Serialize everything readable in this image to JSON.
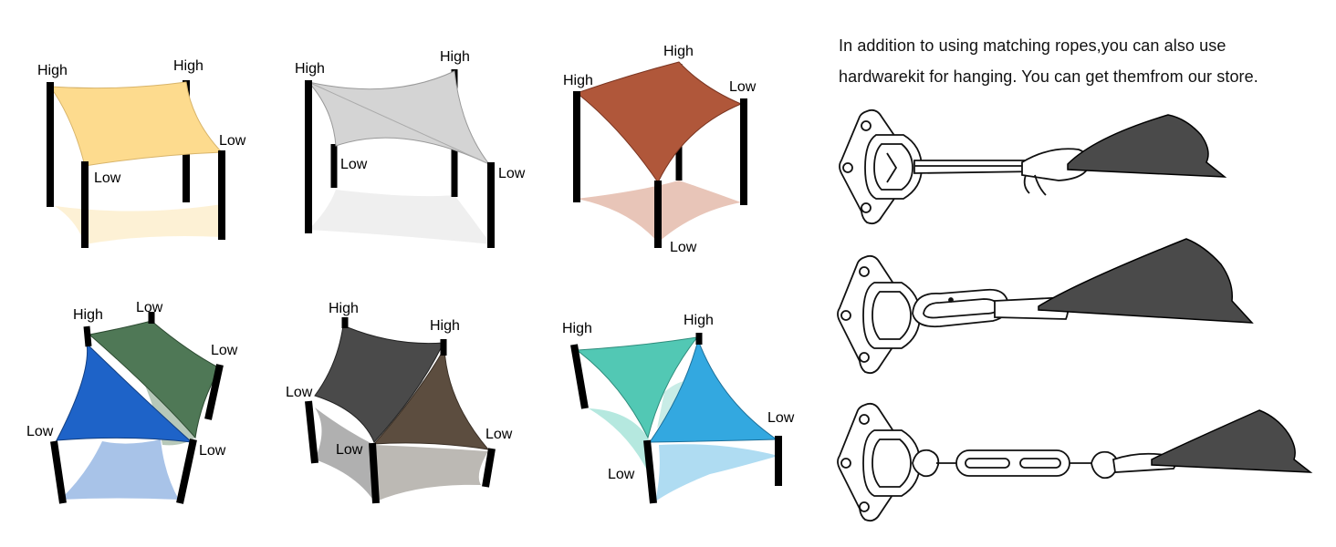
{
  "info": {
    "line1": "In addition to using matching ropes,you can also use",
    "line2": "hardwarekit for hanging. You can get themfrom our store."
  },
  "labels": {
    "high": "High",
    "low": "Low"
  },
  "colors": {
    "sand": "#fddb8e",
    "light_grey": "#d9d9d9",
    "terracotta": "#b0573a",
    "green": "#4f7856",
    "blue": "#1e63c8",
    "charcoal": "#4a4a4a",
    "brown": "#5c4d3f",
    "teal": "#52c8b4",
    "sky_blue": "#33a8e0",
    "hardware_sail": "#4a4a4a"
  },
  "icons": [
    "pad-eye-icon",
    "snap-hook-icon",
    "carabiner-icon",
    "turnbuckle-icon",
    "sail-corner-icon"
  ]
}
